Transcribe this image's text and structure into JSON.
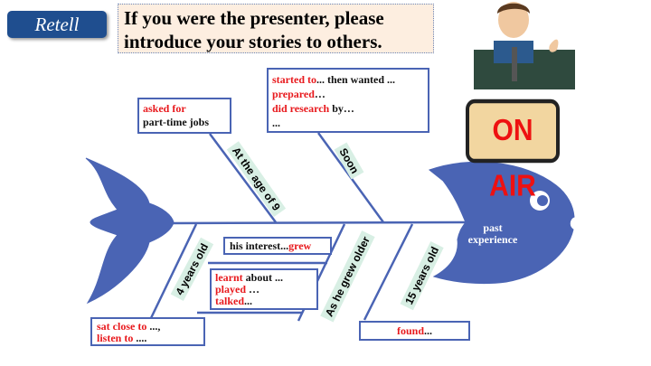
{
  "header": {
    "retell_label": "Retell",
    "title_line1": "If you were the presenter, please",
    "title_line2": "introduce your stories to others."
  },
  "fish": {
    "head_line1": "past",
    "head_line2": "experience",
    "color": "#4a64b4"
  },
  "images": {
    "on_air": "ON AIR"
  },
  "bones": {
    "age9": "At the age of 9",
    "soon": "Soon",
    "four": "4 years old",
    "older": "As he grew older",
    "fifteen": "15 years old"
  },
  "boxes": {
    "asked": {
      "red": "asked for",
      "black": "part-time jobs"
    },
    "started": {
      "r1": "started to",
      "b1": "... then wanted ...",
      "r2": "prepared",
      "b2": "…",
      "r3": "did research",
      "b3": " by…",
      "b4": "..."
    },
    "interest": {
      "black": "his interest...",
      "red": "grew"
    },
    "learnt": {
      "r1": "learnt",
      "b1": " about ...",
      "r2": "played",
      "b2": " …",
      "r3": "talked",
      "b3": "..."
    },
    "sat": {
      "r1": "sat close to",
      "b1": " ...,",
      "r2": "listen to",
      "b2": " ...."
    },
    "found": {
      "red": "found",
      "black": "..."
    }
  }
}
